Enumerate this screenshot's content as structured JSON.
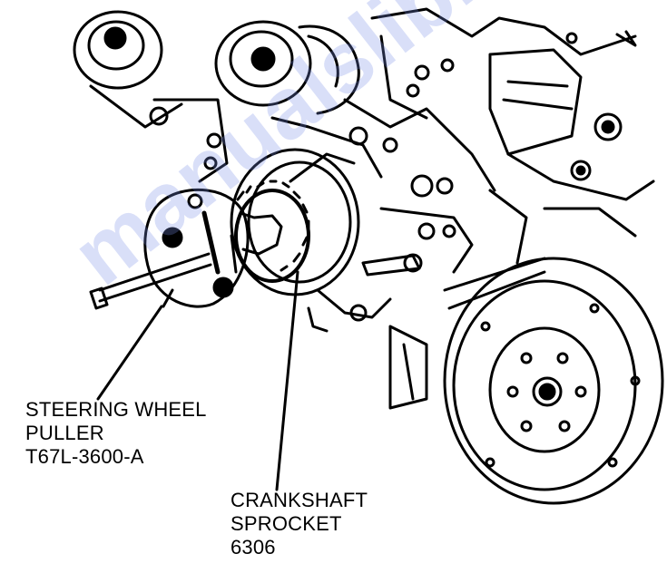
{
  "callouts": {
    "puller": {
      "line1": "STEERING WHEEL",
      "line2": "PULLER",
      "line3": "T67L-3600-A"
    },
    "sprocket": {
      "line1": "CRANKSHAFT",
      "line2": "SPROCKET",
      "line3": "6306"
    }
  },
  "watermark": {
    "text": "manualslib.com"
  },
  "colors": {
    "ink": "#000000",
    "paper": "#ffffff",
    "watermark": "#8c9ce6"
  }
}
